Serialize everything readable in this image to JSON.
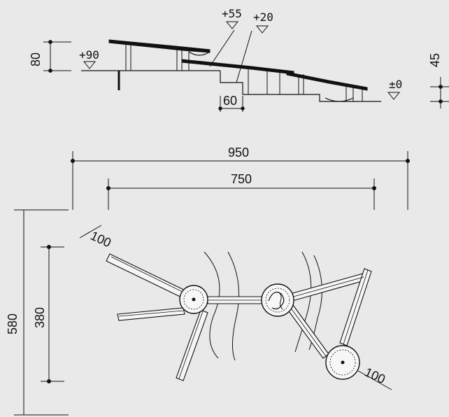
{
  "section": {
    "levels": [
      "+90",
      "+55",
      "+20",
      "±0"
    ],
    "dims": {
      "left_height": "80",
      "right_height": "45",
      "step": "60"
    }
  },
  "plan": {
    "dims": {
      "overall_width": "950",
      "inner_width": "750",
      "overall_height": "580",
      "inner_height": "380",
      "beam_width_top": "100",
      "beam_width_right": "100"
    }
  }
}
